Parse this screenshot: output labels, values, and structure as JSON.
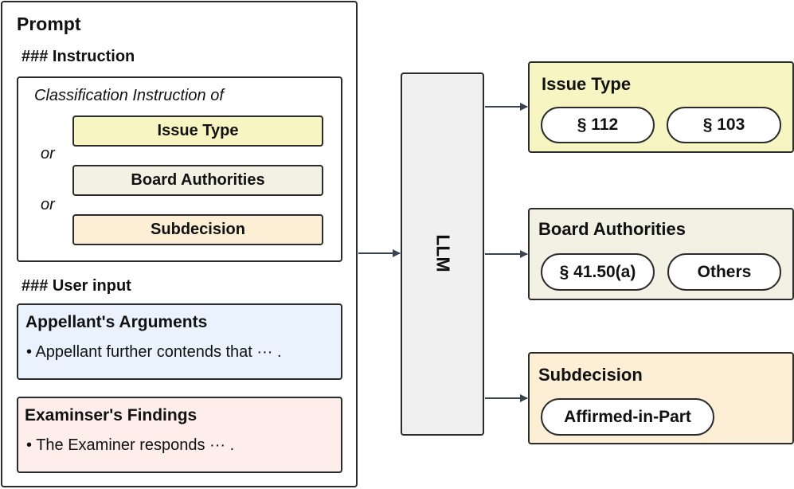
{
  "prompt": {
    "title": "Prompt",
    "instruction_heading": "### Instruction",
    "instruction_lead": "Classification Instruction of",
    "or_label": "or",
    "options": [
      "Issue Type",
      "Board Authorities",
      "Subdecision"
    ],
    "user_input_heading": "### User input",
    "appellant": {
      "title": "Appellant's Arguments",
      "text": "• Appellant further contends that ··· ."
    },
    "examiner": {
      "title": "Examinser's Findings",
      "text": "• The Examiner responds ··· ."
    }
  },
  "model": {
    "label": "LLM"
  },
  "outputs": {
    "issue_type": {
      "title": "Issue Type",
      "labels": [
        "§ 112",
        "§ 103"
      ]
    },
    "board_authorities": {
      "title": "Board Authorities",
      "labels": [
        "§ 41.50(a)",
        "Others"
      ]
    },
    "subdecision": {
      "title": "Subdecision",
      "labels": [
        "Affirmed-in-Part"
      ]
    }
  },
  "colors": {
    "issue_type": "#f7f5c2",
    "board_authorities": "#f2f1e4",
    "subdecision": "#fdefd6",
    "appellant": "#eaf3fd",
    "examiner": "#fdeeec",
    "llm": "#f0f0f0",
    "stroke": "#2b2b2b",
    "arrow": "#3a4450"
  }
}
